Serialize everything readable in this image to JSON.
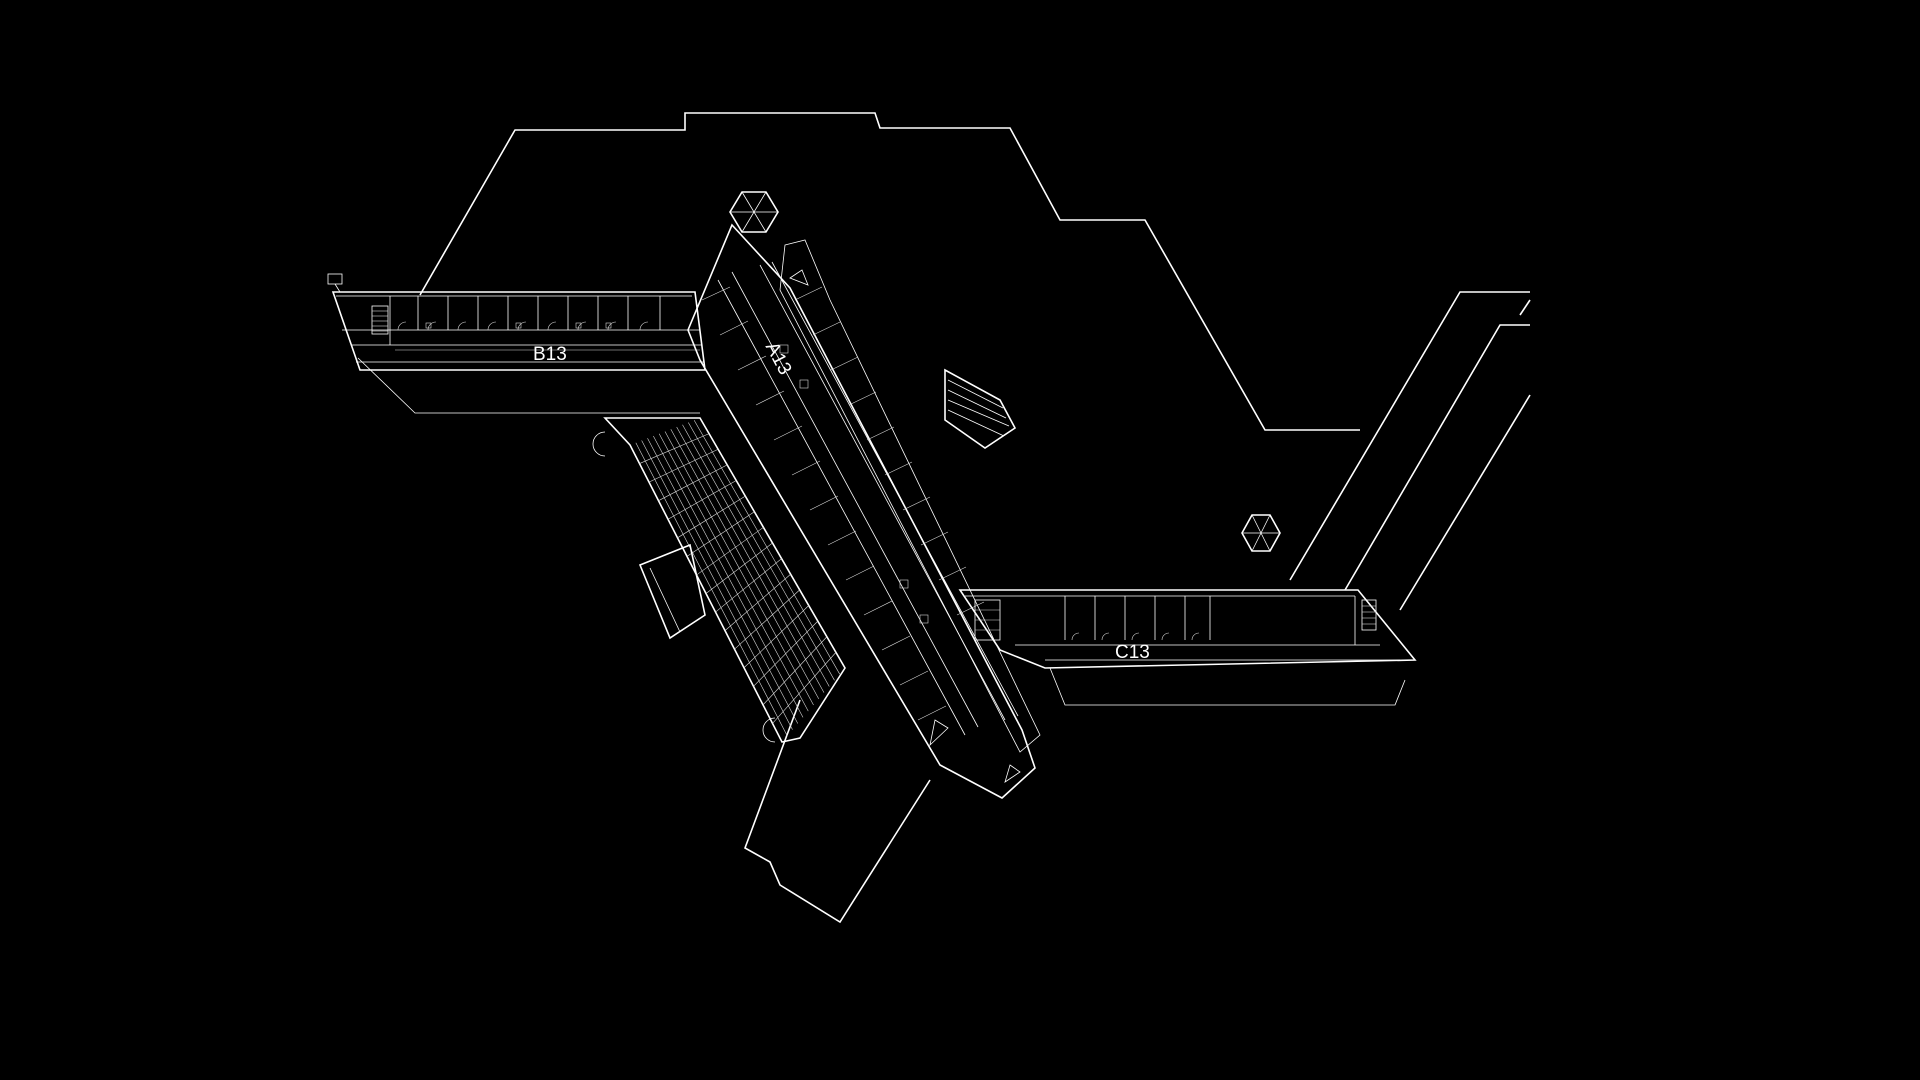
{
  "drawing": {
    "background_color": "#000000",
    "line_color": "#ffffff",
    "wings": {
      "b": {
        "label": "B13"
      },
      "a": {
        "label": "A13"
      },
      "c": {
        "label": "C13"
      }
    }
  }
}
